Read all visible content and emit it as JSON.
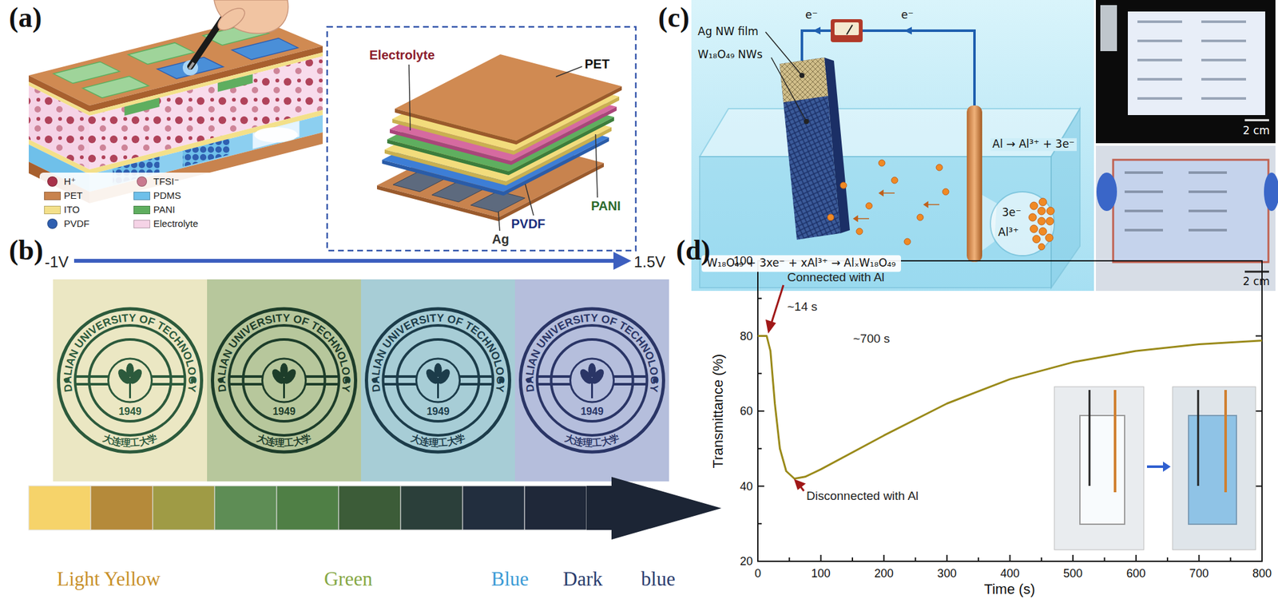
{
  "diagram": {
    "labels": [
      "(a)",
      "Electrolyte",
      "PET",
      "PANI",
      "PVDF",
      "Ag",
      "(c)",
      "Ag NW film",
      "W₁₈O₄₉ NWs",
      "e⁻",
      "e⁻",
      "Al → Al³⁺ + 3e⁻",
      "3e⁻",
      "Al³⁺",
      "W₁₈O₄₉ + 3xe⁻ + xAl³⁺ → AlₓW₁₈O₄₉",
      "2 cm",
      "2 cm",
      "(b)",
      "-1V",
      "1.5V",
      "DALIAN UNIVERSITY OF TECHNOLOGY",
      "1949",
      "大连理工大学",
      "DALIAN UNIVERSITY OF TECHNOLOGY",
      "1949",
      "大连理工大学",
      "DALIAN UNIVERSITY OF TECHNOLOGY",
      "1949",
      "大连理工大学",
      "DALIAN UNIVERSITY OF TECHNOLOGY",
      "1949",
      "大连理工大学",
      "Light Yellow",
      "Green",
      "Blue",
      "Dark",
      "blue",
      "(d)",
      "100",
      "80",
      "60",
      "40",
      "20",
      "Transmittance (%)",
      "Connected with Al",
      "~14 s",
      "Disconnected with Al",
      "~700 s",
      "0",
      "100",
      "200",
      "300",
      "400",
      "500",
      "600",
      "700",
      "800",
      "Time (s)"
    ],
    "legend": [
      {
        "text": "H⁺",
        "color": "#a8324a"
      },
      {
        "text": "TFSI⁻",
        "color": "#c97a8f"
      },
      {
        "text": "PET",
        "color": "#c8834e"
      },
      {
        "text": "PDMS",
        "color": "#6fc0ea"
      },
      {
        "text": "ITO",
        "color": "#f3e08a"
      },
      {
        "text": "PANI",
        "color": "#5fae5f"
      },
      {
        "text": "PVDF",
        "color": "#2f5fb0"
      },
      {
        "text": "Electrolyte",
        "color": "#f5d3e6"
      }
    ]
  }
}
